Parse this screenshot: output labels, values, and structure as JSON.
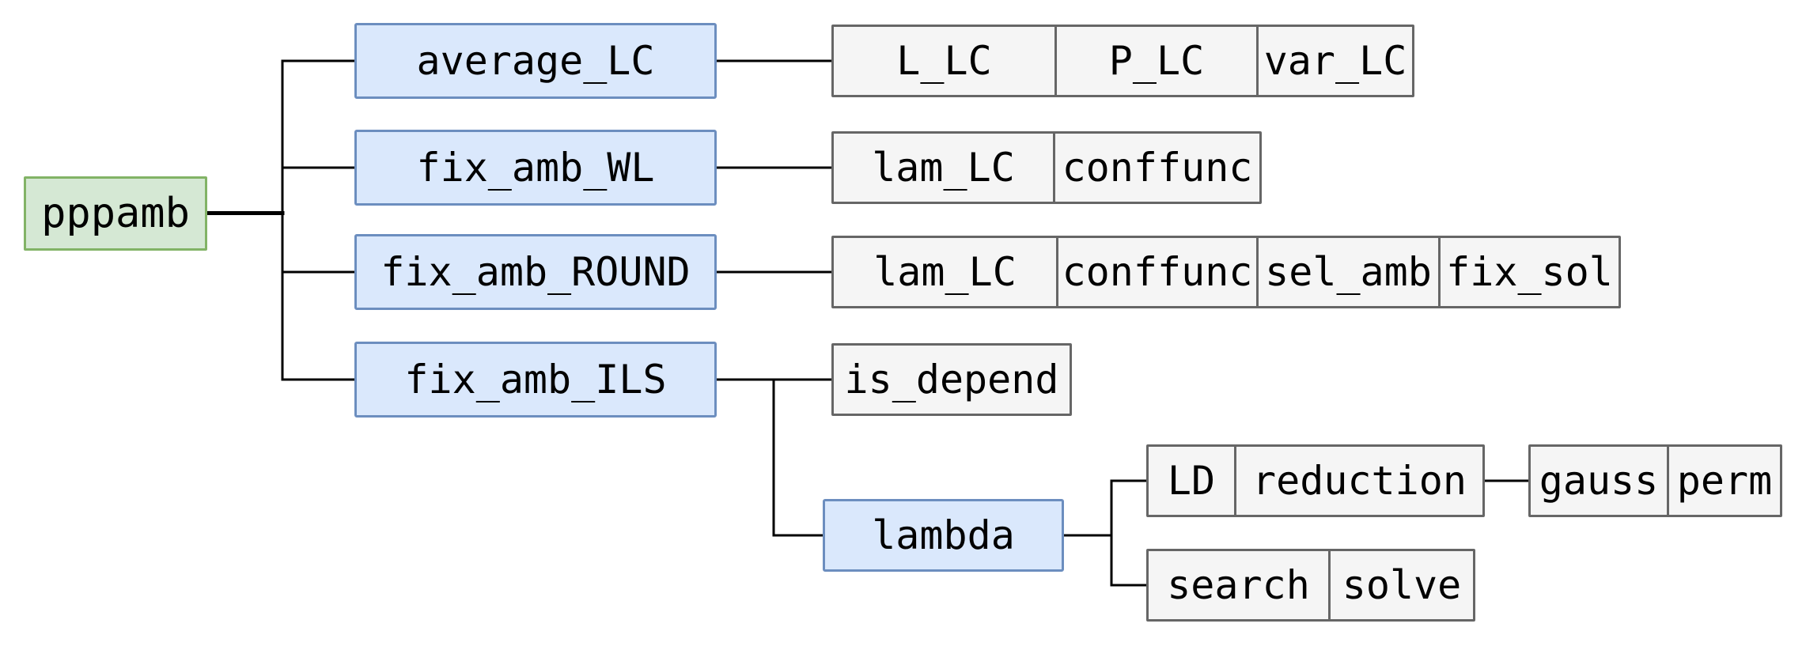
{
  "diagram": {
    "root": {
      "label": "pppamb"
    },
    "branches": [
      {
        "label": "average_LC",
        "calls": [
          {
            "label": "L_LC"
          },
          {
            "label": "P_LC"
          },
          {
            "label": "var_LC"
          }
        ]
      },
      {
        "label": "fix_amb_WL",
        "calls": [
          {
            "label": "lam_LC"
          },
          {
            "label": "conffunc"
          }
        ]
      },
      {
        "label": "fix_amb_ROUND",
        "calls": [
          {
            "label": "lam_LC"
          },
          {
            "label": "conffunc"
          },
          {
            "label": "sel_amb"
          },
          {
            "label": "fix_sol"
          }
        ]
      },
      {
        "label": "fix_amb_ILS",
        "calls": [
          {
            "label": "is_depend"
          }
        ],
        "child": {
          "label": "lambda",
          "groups": [
            {
              "cells": [
                {
                  "label": "LD"
                },
                {
                  "label": "reduction"
                }
              ],
              "calls": [
                {
                  "label": "gauss"
                },
                {
                  "label": "perm"
                }
              ]
            },
            {
              "cells": [
                {
                  "label": "search"
                },
                {
                  "label": "solve"
                }
              ]
            }
          ]
        }
      }
    ],
    "colors": {
      "root_fill": "#d5e8d4",
      "root_border": "#82b366",
      "module_fill": "#dae8fc",
      "module_border": "#6c8ebf",
      "leaf_fill": "#f5f5f5",
      "leaf_border": "#666666",
      "connector": "#000000",
      "text": "#000000",
      "background": "#ffffff"
    }
  }
}
